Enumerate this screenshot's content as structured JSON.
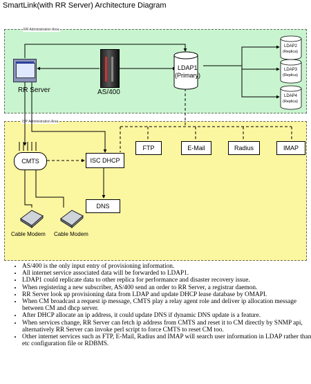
{
  "title": "SmartLink(with RR Server) Architecture Diagram",
  "areas": {
    "rr": "RR Administration Area",
    "isp": "ISP Administration Area"
  },
  "nodes": {
    "rr_server": "RR Server",
    "as400": "AS/400",
    "ldap1_line1": "LDAP1",
    "ldap1_line2": "(Primary)",
    "replicas": [
      {
        "line1": "LDAP2",
        "line2": "(Replica)"
      },
      {
        "line1": "LDAP3",
        "line2": "(Replica)"
      },
      {
        "line1": "LDAP4",
        "line2": "(Replica)"
      }
    ],
    "cmts": "CMTS",
    "isc_dhcp": "ISC DHCP",
    "dns": "DNS",
    "services": [
      "FTP",
      "E-Mail",
      "Radius",
      "IMAP"
    ],
    "modems": [
      "Cable Modem",
      "Cable Modem"
    ]
  },
  "notes": [
    "AS/400 is the only input entry of provisioning information.",
    "All internet service associated data will be forwarded to LDAP1.",
    "LDAP1 could replicate data to other replica for performance and disaster recovery issue.",
    "When registering a new subscriber, AS/400 send an order to RR Server, a registrar daemon.",
    "RR Server look up provisioning data from LDAP and update DHCP lease database by OMAPI.",
    "When CM broadcast a request ip message, CMTS play a relay agent role and deliver ip allocation message between CM and dhcp server.",
    "After DHCP allocate an ip address, it could update DNS if dynamic DNS update is a feature.",
    "When services change, RR Server can fetch ip address from CMTS and reset it to CM directly by SNMP api, alternatively RR Server can invoke perl script to force CMTS to reset CM too.",
    "Other internet services such as FTP, E-Mail, Radius and IMAP will search user information in LDAP rather than etc configuration file or RDBMS."
  ]
}
